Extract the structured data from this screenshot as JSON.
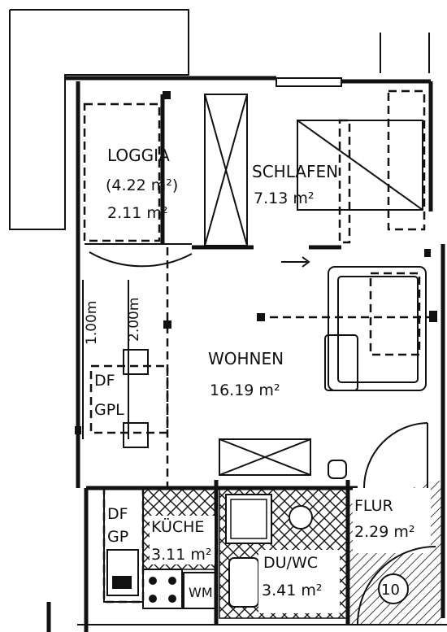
{
  "rooms": {
    "loggia": {
      "name": "LOGGIA",
      "area_full": "(4.22 m²)",
      "area": "2.11 m²"
    },
    "schlafen": {
      "name": "SCHLAFEN",
      "area": "7.13 m²"
    },
    "wohnen": {
      "name": "WOHNEN",
      "area": "16.19 m²"
    },
    "kueche": {
      "name": "KÜCHE",
      "area": "3.11 m²"
    },
    "du_wc": {
      "name": "DU/WC",
      "area": "3.41 m²"
    },
    "flur": {
      "name": "FLUR",
      "area": "2.29 m²"
    }
  },
  "labels": {
    "df_gpl_1": "DF",
    "df_gpl_2": "GPL",
    "df_gp_1": "DF",
    "df_gp_2": "GP",
    "wm": "WM",
    "unit_number": "10"
  },
  "dimensions": {
    "width_1": "1.00m",
    "width_2": "2.00m"
  }
}
